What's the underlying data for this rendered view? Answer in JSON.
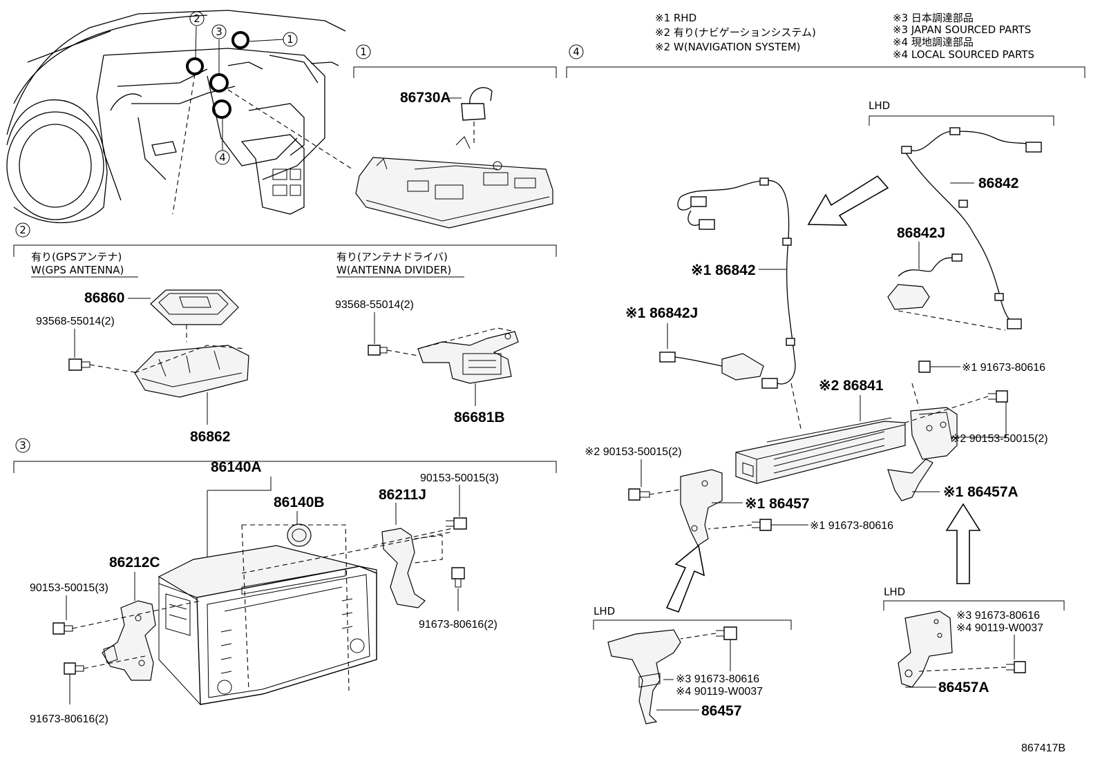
{
  "notes": {
    "n1": "※1 RHD",
    "n2_jp": "※2 有り(ナビゲーションシステム)",
    "n2_en": "※2 W(NAVIGATION SYSTEM)",
    "n3_jp": "※3 日本調達部品",
    "n3_en": "※3 JAPAN SOURCED PARTS",
    "n4_jp": "※4 現地調達部品",
    "n4_en": "※4 LOCAL SOURCED PARTS"
  },
  "callouts": [
    "1",
    "2",
    "3",
    "4"
  ],
  "sections": {
    "s2_gps_jp": "有り(GPSアンテナ)",
    "s2_gps_en": "W(GPS ANTENNA)",
    "s2_div_jp": "有り(アンテナドライバ)",
    "s2_div_en": "W(ANTENNA DIVIDER)",
    "lhd": "LHD"
  },
  "parts": {
    "p86730A": "86730A",
    "p86860": "86860",
    "p93568a": "93568-55014(2)",
    "p86862": "86862",
    "p93568b": "93568-55014(2)",
    "p86681B": "86681B",
    "p86140A": "86140A",
    "p86140B": "86140B",
    "p86211J": "86211J",
    "p90153_3a": "90153-50015(3)",
    "p86212C": "86212C",
    "p90153_3b": "90153-50015(3)",
    "p91673_2a": "91673-80616(2)",
    "p91673_2b": "91673-80616(2)",
    "p86842_lhd": "86842",
    "p86842_rhd": "※1 86842",
    "p86842J_lhd": "86842J",
    "p86842J_rhd": "※1 86842J",
    "p86841": "※2 86841",
    "p91673_r1": "※1 91673-80616",
    "p90153_r2": "※2 90153-50015(2)",
    "p90153_l2": "※2 90153-50015(2)",
    "p86457A_r": "※1 86457A",
    "p86457_r": "※1 86457",
    "p91673_r2": "※1 91673-80616",
    "p91673_j3a": "※3 91673-80616",
    "p90119_j4a": "※4 90119-W0037",
    "p86457_l": "86457",
    "p91673_j3b": "※3 91673-80616",
    "p90119_j4b": "※4 90119-W0037",
    "p86457A_l": "86457A"
  },
  "figure_id": "867417B"
}
